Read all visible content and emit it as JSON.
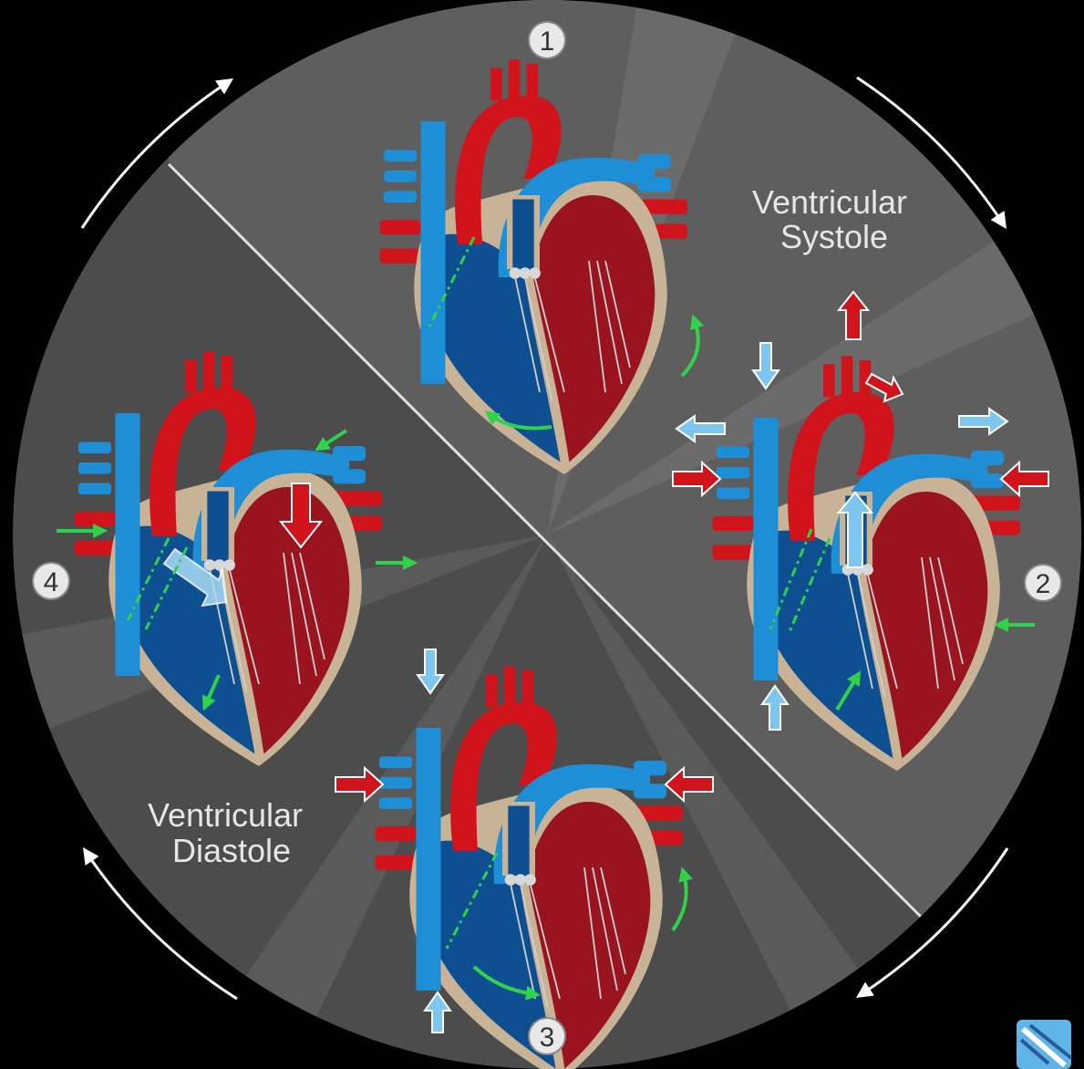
{
  "colors": {
    "background": "#000000",
    "disc_systole": "#5f5f5f",
    "disc_diastole": "#4a4a4a",
    "artery_red": "#d1141c",
    "vein_blue": "#1e8fd6",
    "ventricle_dark_blue": "#0e4f92",
    "ventricle_dark_red": "#9a1420",
    "tissue_tan": "#c9b396",
    "flow_arrow_green": "#2fd24a",
    "flow_arrow_light_blue": "#7cc6f0",
    "cycle_arrow_white": "#ffffff"
  },
  "phases": {
    "systole_label_line1": "Ventricular",
    "systole_label_line2": "Systole",
    "diastole_label_line1": "Ventricular",
    "diastole_label_line2": "Diastole"
  },
  "steps": [
    {
      "number": "1"
    },
    {
      "number": "2"
    },
    {
      "number": "3"
    },
    {
      "number": "4"
    }
  ],
  "icons": {
    "cycle": "circular-arrow-icon",
    "corner_logo": "dna-logo-icon"
  }
}
